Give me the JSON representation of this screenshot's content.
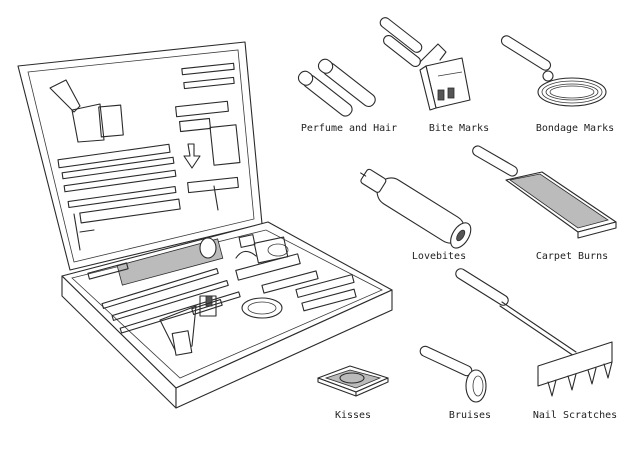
{
  "tools": [
    {
      "id": "perfume-and-hair",
      "label": "Perfume and Hair"
    },
    {
      "id": "bite-marks",
      "label": "Bite Marks"
    },
    {
      "id": "bondage-marks",
      "label": "Bondage Marks"
    },
    {
      "id": "lovebites",
      "label": "Lovebites"
    },
    {
      "id": "carpet-burns",
      "label": "Carpet Burns"
    },
    {
      "id": "kisses",
      "label": "Kisses"
    },
    {
      "id": "bruises",
      "label": "Bruises"
    },
    {
      "id": "nail-scratches",
      "label": "Nail Scratches"
    }
  ]
}
